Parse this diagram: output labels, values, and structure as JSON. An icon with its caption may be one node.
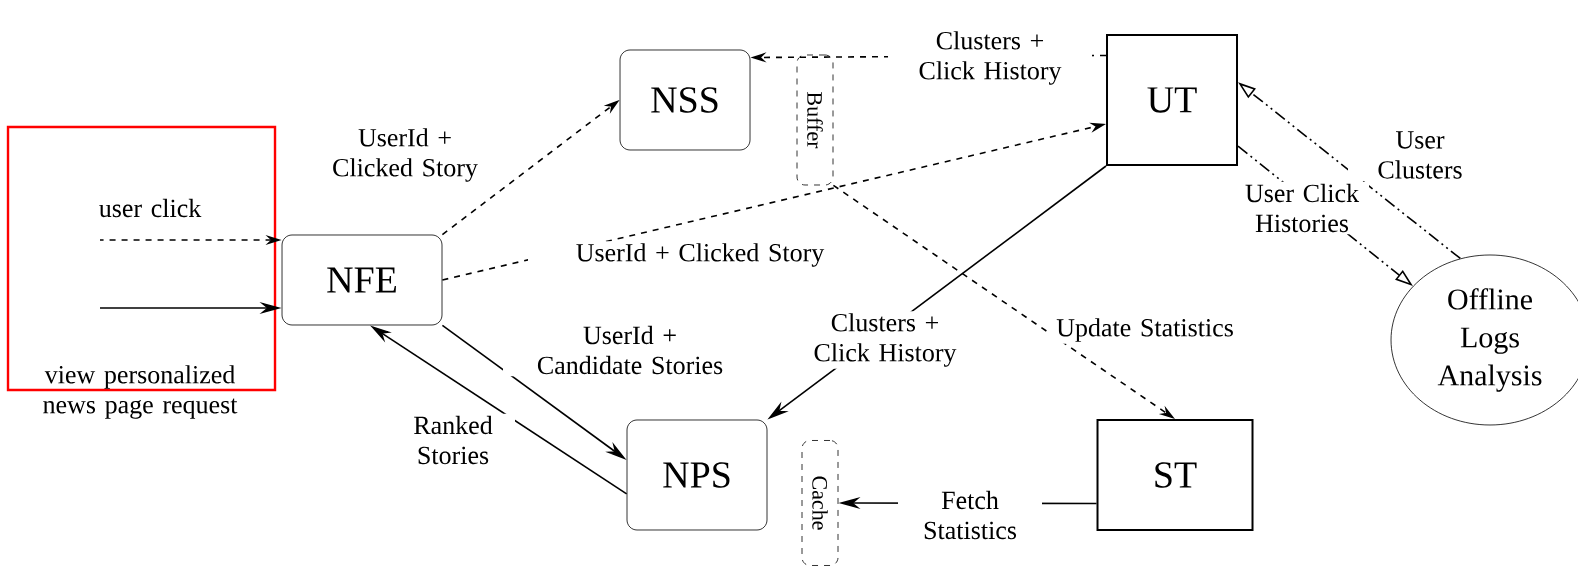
{
  "diagram": {
    "nodes": [
      {
        "text": [
          "NFE"
        ]
      },
      {
        "text": [
          "NSS"
        ]
      },
      {
        "text": [
          "Buffer"
        ]
      },
      {
        "text": [
          "UT"
        ]
      },
      {
        "text": [
          "NPS"
        ]
      },
      {
        "text": [
          "Cache"
        ]
      },
      {
        "text": [
          "ST"
        ]
      },
      {
        "text": [
          "Offline Logs Analysis"
        ]
      }
    ],
    "edges": [
      {
        "from": 0,
        "to": 1,
        "arrow": "to",
        "style": "dashed",
        "label": "UserId + Clicked Story"
      },
      {
        "from": 0,
        "to": 3,
        "arrow": "to",
        "style": "dashed",
        "label": "UserId + Clicked Story"
      },
      {
        "from": 3,
        "to": 1,
        "arrow": "to",
        "style": "dashed",
        "label": "Clusters + Click History"
      },
      {
        "from": 2,
        "to": 6,
        "arrow": "to",
        "style": "dashed",
        "label": "Update Statistics"
      },
      {
        "from": 3,
        "to": 4,
        "arrow": "to",
        "label": "Clusters + Click History"
      },
      {
        "from": 0,
        "to": 4,
        "arrow": "to",
        "label": "UserId + Candidate Stories"
      },
      {
        "from": 4,
        "to": 0,
        "arrow": "to",
        "label": "Ranked Stories"
      },
      {
        "from": 6,
        "to": 5,
        "arrow": "to",
        "label": "Fetch Statistics"
      },
      {
        "from": 3,
        "to": 7,
        "arrow": "to",
        "style": "dashed",
        "label": "User Click Histories"
      },
      {
        "from": 7,
        "to": 3,
        "arrow": "to",
        "style": "dashed",
        "label": "User Clusters"
      },
      {
        "from": null,
        "to": 0,
        "arrow": "to",
        "style": "dashed",
        "label": "user click"
      },
      {
        "from": null,
        "to": 0,
        "arrow": "to",
        "label": "view personalized news page request"
      }
    ]
  }
}
